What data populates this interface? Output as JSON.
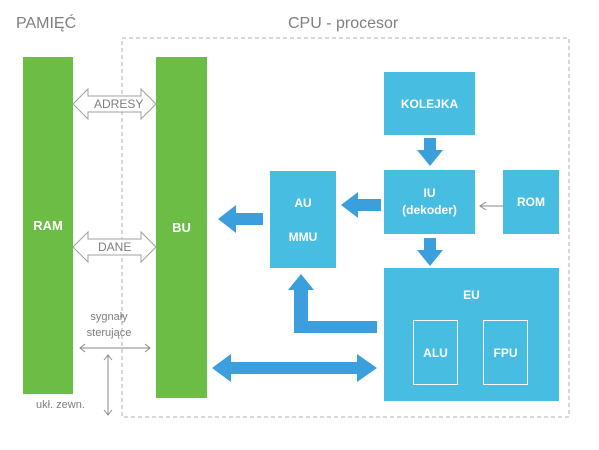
{
  "labels": {
    "memory": "PAMIĘĆ",
    "cpu": "CPU - procesor",
    "ram": "RAM",
    "bu": "BU",
    "au": "AU",
    "mmu": "MMU",
    "kolejka": "KOLEJKA",
    "iu_line1": "IU",
    "iu_line2": "(dekoder)",
    "rom": "ROM",
    "eu": "EU",
    "alu": "ALU",
    "fpu": "FPU",
    "adresy": "ADRESY",
    "dane": "DANE",
    "sygnaly_line1": "sygnały",
    "sygnaly_line2": "sterujące",
    "ukl": "ukł. zewn."
  },
  "colors": {
    "green": "#6cbd45",
    "blue": "#47bde1",
    "arrow_blue": "#3a9fdc",
    "gray_text": "#7f7f7f",
    "dashed_border": "#b0b0b0"
  }
}
